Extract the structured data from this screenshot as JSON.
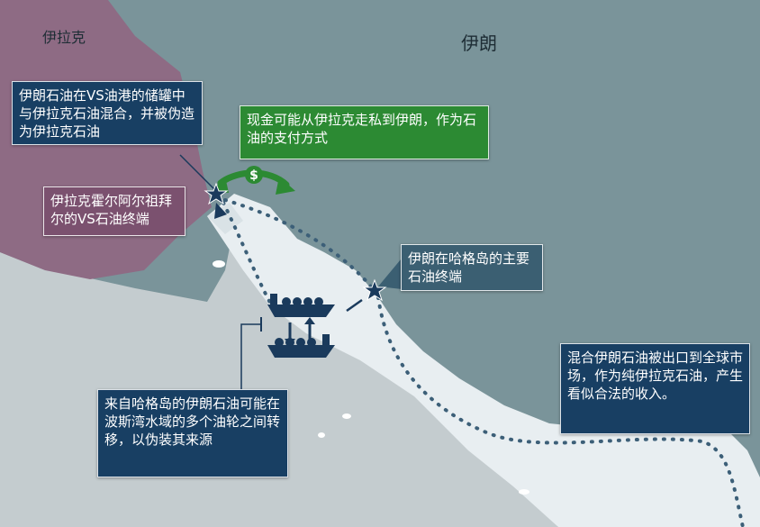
{
  "map": {
    "countries": {
      "iraq": "伊拉克",
      "iran": "伊朗"
    },
    "colors": {
      "iraq": "#8e6b84",
      "iran": "#7a949a",
      "land_other": "#c4cccf",
      "gulf": "#e8eef1",
      "route": "#3c5f78",
      "flow_arrow": "#2c8a33",
      "box_blue": "#183f63",
      "box_green": "#2c8a33",
      "star": "#1a3a5c"
    },
    "icons": [
      "star-marker-icon",
      "oil-tanker-icon",
      "dollar-icon",
      "transfer-arrows-icon"
    ]
  },
  "callouts": {
    "iraq_blend": "伊朗石油在VS油港的储罐中与伊拉克石油混合，并被伪造为伊拉克石油",
    "cash": "现金可能从伊拉克走私到伊朗，作为石油的支付方式",
    "vs_terminal": "伊拉克霍尔阿尔祖拜尔的VS石油终端",
    "kharg": "伊朗在哈格岛的主要石油终端",
    "transfer": "来自哈格岛的伊朗石油可能在波斯湾水域的多个油轮之间转移，以伪装其来源",
    "export": "混合伊朗石油被出口到全球市场，作为纯伊拉克石油，产生看似合法的收入。"
  }
}
